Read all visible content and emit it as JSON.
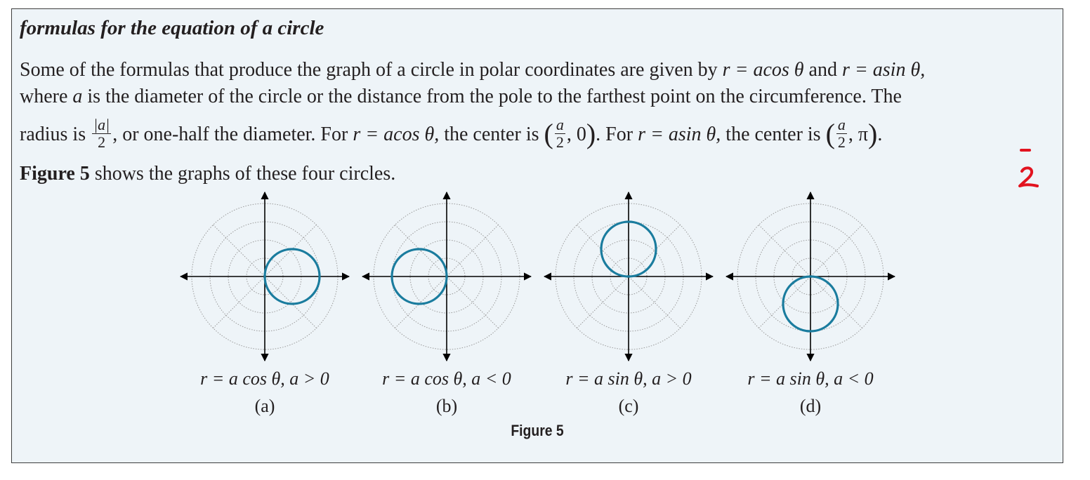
{
  "heading": "formulas for the equation of a circle",
  "paragraph": {
    "line1": {
      "a": "Some of the formulas that produce the graph of a circle in polar coordinates are given by ",
      "eq1": "r = a",
      "eq1b": "cos θ",
      "and": " and ",
      "eq2": "r = a",
      "eq2b": "sin θ,"
    },
    "line2": {
      "a": "where ",
      "var": "a",
      "b": " is the diameter of the circle or the distance from the pole to the farthest point on the circumference. The"
    },
    "line3": {
      "a": "radius is ",
      "frac_num": "|a|",
      "frac_den": "2",
      "b": ", or one-half the diameter. For ",
      "eq1": "r = a",
      "eq1b": "cos θ,",
      "c": " the center is ",
      "center1_num": "a",
      "center1_den": "2",
      "center1_second": ", 0",
      "d": ". For ",
      "eq2": "r = a",
      "eq2b": "sin θ,",
      "e": " the center is ",
      "center2_num": "a",
      "center2_den": "2",
      "center2_second": ", π",
      "f": "."
    },
    "line4": {
      "bold": "Figure 5",
      "rest": " shows the graphs of these four circles."
    }
  },
  "figures": [
    {
      "equation": "r = a cos θ, a > 0",
      "letter": "(a)"
    },
    {
      "equation": "r = a cos θ, a < 0",
      "letter": "(b)"
    },
    {
      "equation": "r = a sin θ, a > 0",
      "letter": "(c)"
    },
    {
      "equation": "r = a sin θ, a < 0",
      "letter": "(d)"
    }
  ],
  "figure_label": "Figure 5",
  "colors": {
    "circle": "#1a7c9e",
    "grid": "#9a9a9a",
    "axis": "#000000",
    "panel_bg": "#eef4f8",
    "annotation": "#e2131f"
  },
  "annotation_icon": "handwritten-2-icon"
}
